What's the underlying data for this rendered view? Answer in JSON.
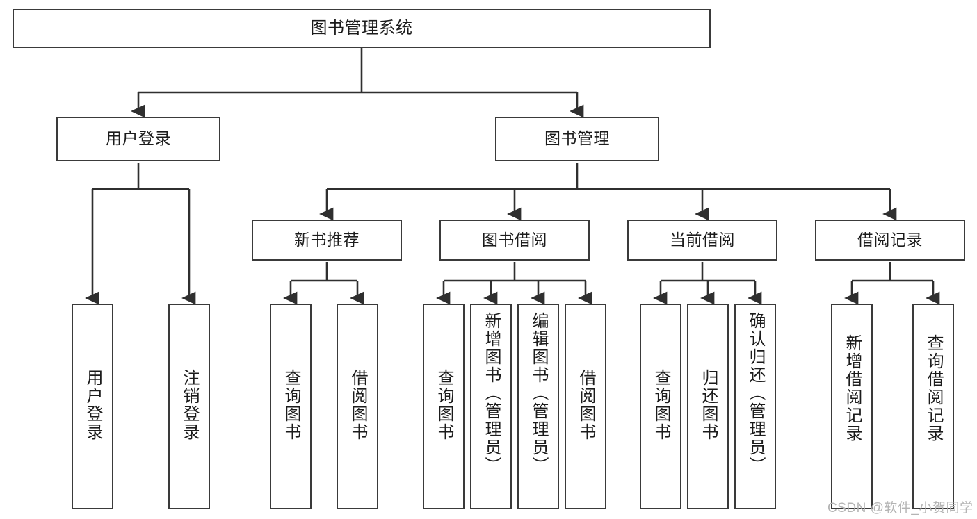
{
  "diagram": {
    "title": "图书管理系统",
    "type": "tree-hierarchy-chart",
    "nodes": {
      "root": {
        "label": "图书管理系统"
      },
      "level2": [
        {
          "id": "user-login",
          "label": "用户登录"
        },
        {
          "id": "book-management",
          "label": "图书管理"
        }
      ],
      "level3": [
        {
          "id": "new-book-recommend",
          "label": "新书推荐"
        },
        {
          "id": "book-borrow",
          "label": "图书借阅"
        },
        {
          "id": "current-borrow",
          "label": "当前借阅"
        },
        {
          "id": "borrow-record",
          "label": "借阅记录"
        }
      ],
      "leaves": {
        "user_login": [
          {
            "id": "leaf-user-login",
            "label": "用户登录"
          },
          {
            "id": "leaf-logout-login",
            "label": "注销登录"
          }
        ],
        "new_book_recommend": [
          {
            "id": "leaf-query-book-1",
            "label": "查询图书"
          },
          {
            "id": "leaf-borrow-book-1",
            "label": "借阅图书"
          }
        ],
        "book_borrow": [
          {
            "id": "leaf-query-book-2",
            "label": "查询图书"
          },
          {
            "id": "leaf-add-book",
            "label": "新增图书（管理员）"
          },
          {
            "id": "leaf-edit-book",
            "label": "编辑图书（管理员）"
          },
          {
            "id": "leaf-borrow-book-2",
            "label": "借阅图书"
          }
        ],
        "current_borrow": [
          {
            "id": "leaf-query-book-3",
            "label": "查询图书"
          },
          {
            "id": "leaf-return-book",
            "label": "归还图书"
          },
          {
            "id": "leaf-confirm-return",
            "label": "确认归还（管理员）"
          }
        ],
        "borrow_record": [
          {
            "id": "leaf-add-record",
            "label": "新增借阅记录"
          },
          {
            "id": "leaf-query-record",
            "label": "查询借阅记录"
          }
        ]
      }
    },
    "watermark": "CSDN @软件_小贺同学",
    "colors": {
      "border": "#3a3a3a",
      "text": "#1b1b1b",
      "background": "#ffffff",
      "edge": "#2f2f2f",
      "watermark": "#b4b4b4"
    }
  }
}
